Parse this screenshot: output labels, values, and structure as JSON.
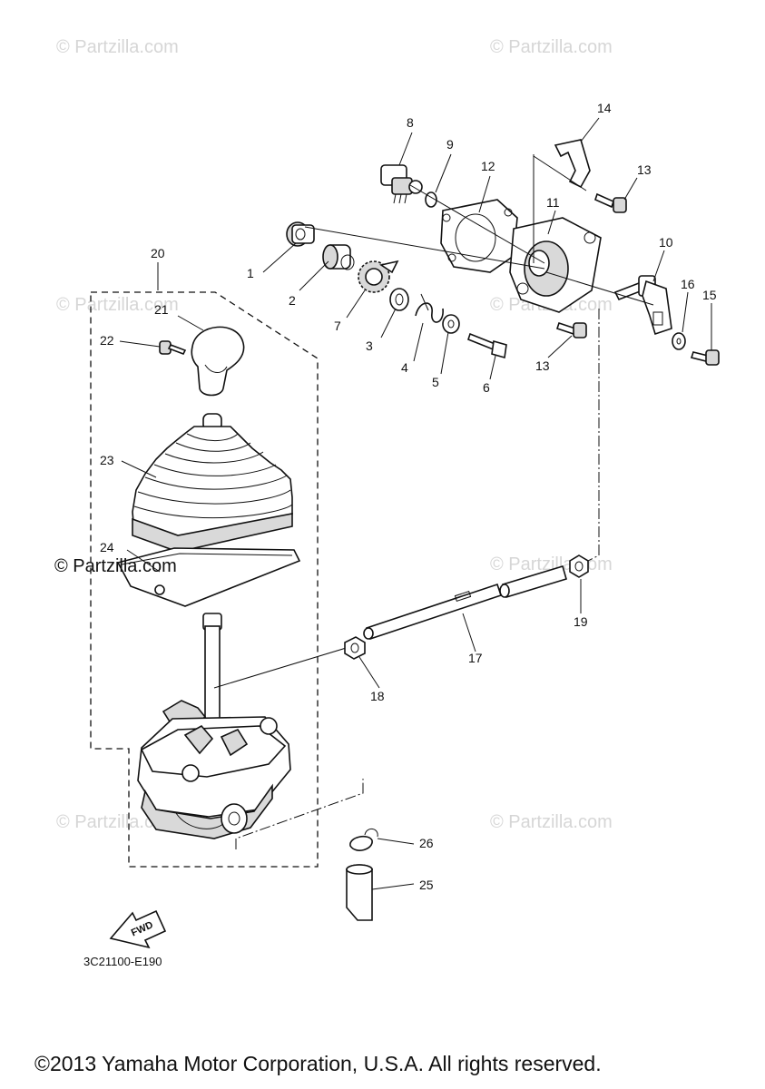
{
  "watermarks": {
    "faint": "© Partzilla.com",
    "bold": "© Partzilla.com"
  },
  "callouts": [
    "1",
    "2",
    "3",
    "4",
    "5",
    "6",
    "7",
    "8",
    "9",
    "10",
    "11",
    "12",
    "13",
    "13",
    "14",
    "15",
    "16",
    "17",
    "18",
    "19",
    "20",
    "21",
    "22",
    "23",
    "24",
    "25",
    "26"
  ],
  "fwd_label": "FWD",
  "diagram_code": "3C21100-E190",
  "copyright": "©2013 Yamaha Motor Corporation, U.S.A. All rights reserved."
}
